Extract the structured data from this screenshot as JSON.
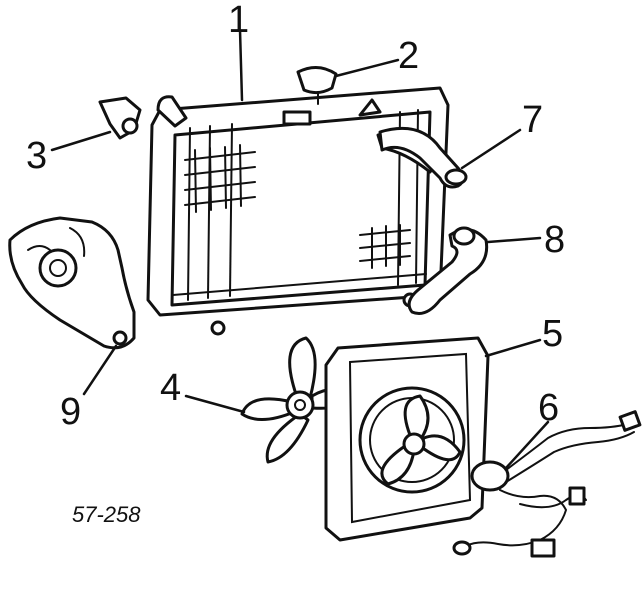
{
  "callouts": {
    "c1": "1",
    "c2": "2",
    "c3": "3",
    "c4": "4",
    "c5": "5",
    "c6": "6",
    "c7": "7",
    "c8": "8",
    "c9": "9"
  },
  "figure_ref": "57-258",
  "colors": {
    "ink": "#111111",
    "paper": "#ffffff"
  }
}
